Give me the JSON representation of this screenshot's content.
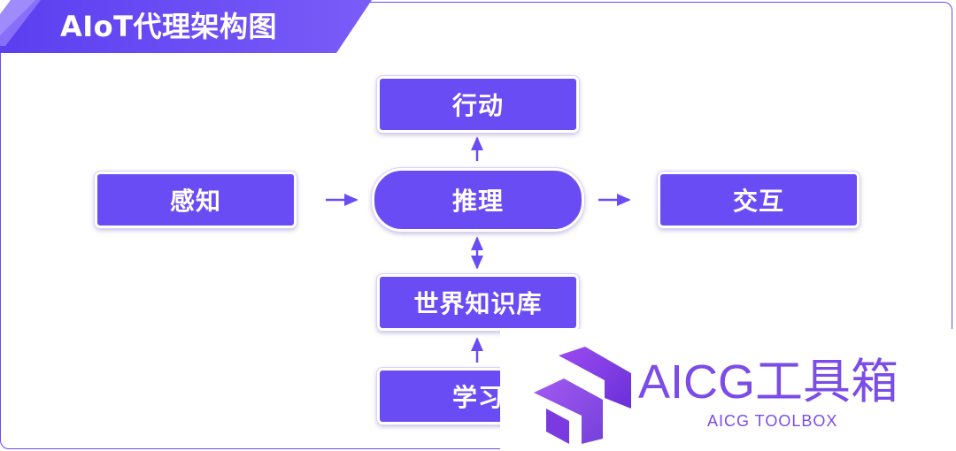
{
  "header": {
    "title": "AIoT代理架构图"
  },
  "diagram": {
    "nodes": {
      "action": "行动",
      "perception": "感知",
      "reasoning": "推理",
      "interaction": "交互",
      "knowledge": "世界知识库",
      "learning": "学习"
    },
    "colors": {
      "node_fill": "#6a4cf5",
      "arrow": "#6a4cf5",
      "banner": "#6b4cf6"
    }
  },
  "watermark": {
    "title": "AICG工具箱",
    "subtitle": "AICG TOOLBOX"
  }
}
